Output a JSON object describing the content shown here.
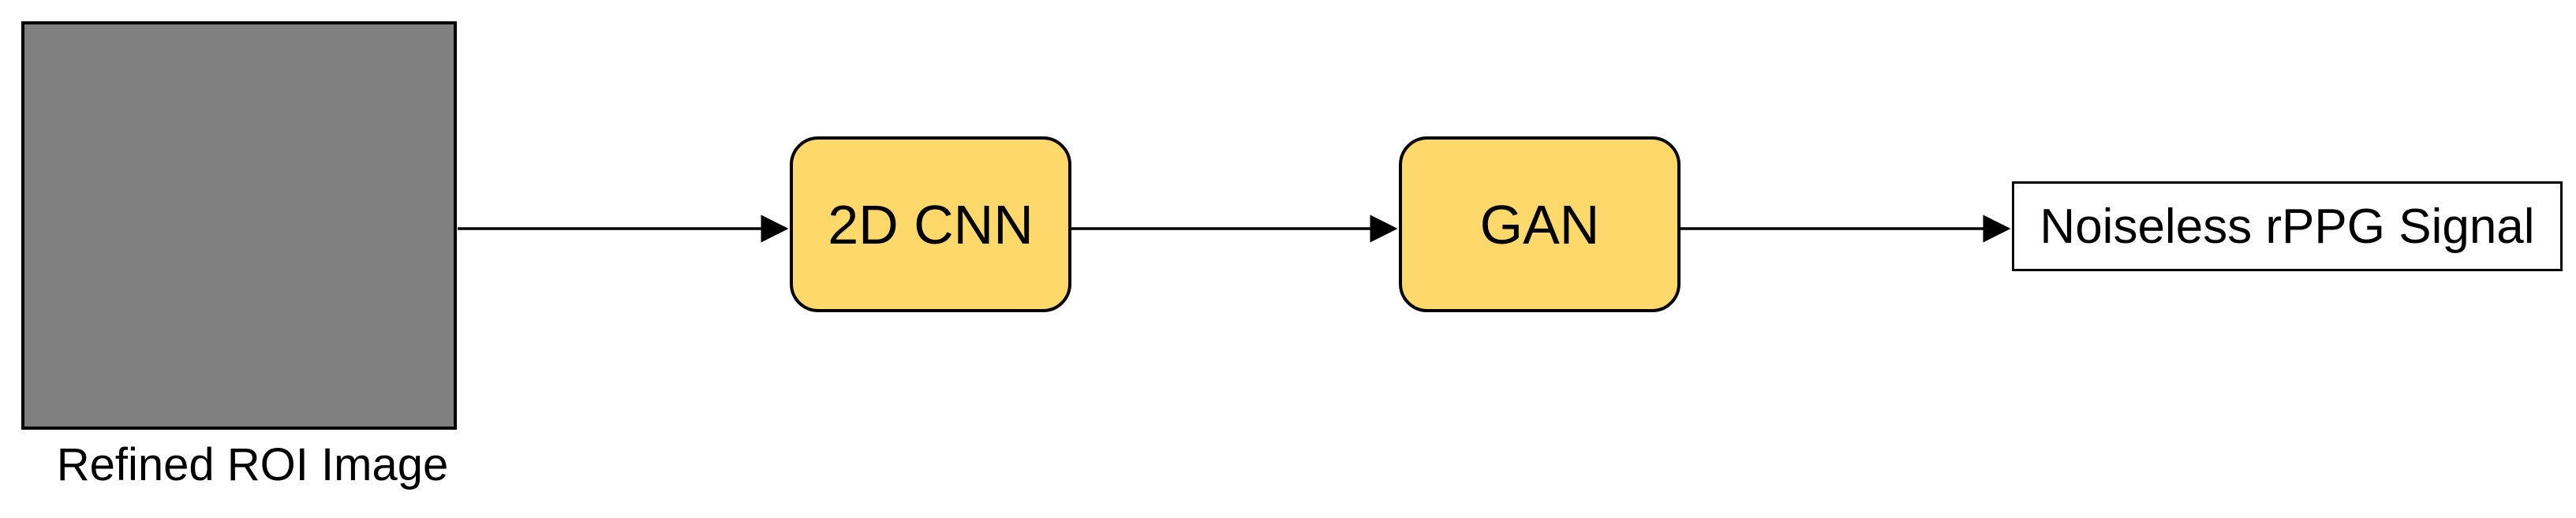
{
  "diagram": {
    "input": {
      "label": "Refined ROI Image",
      "fill_color": "#808080"
    },
    "nodes": [
      {
        "id": "cnn",
        "label": "2D CNN",
        "fill_color": "#fdd96b"
      },
      {
        "id": "gan",
        "label": "GAN",
        "fill_color": "#fdd96b"
      }
    ],
    "output": {
      "label": "Noiseless rPPG Signal"
    },
    "edges": [
      {
        "from": "input",
        "to": "cnn"
      },
      {
        "from": "cnn",
        "to": "gan"
      },
      {
        "from": "gan",
        "to": "output"
      }
    ]
  }
}
